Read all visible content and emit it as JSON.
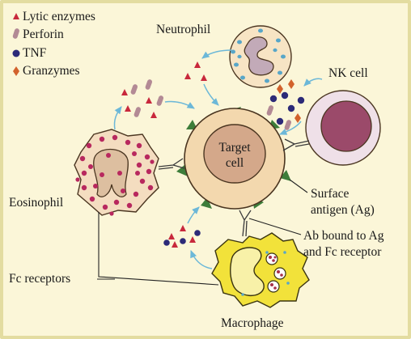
{
  "legend": {
    "lytic": "Lytic enzymes",
    "perforin": "Perforin",
    "tnf": "TNF",
    "granzymes": "Granzymes"
  },
  "labels": {
    "neutrophil": "Neutrophil",
    "nk_cell": "NK cell",
    "eosinophil": "Eosinophil",
    "macrophage": "Macrophage",
    "target_line1": "Target",
    "target_line2": "cell",
    "surface_line1": "Surface",
    "surface_line2": "antigen (Ag)",
    "ab_line1": "Ab bound to Ag",
    "ab_line2": "and Fc receptor",
    "fc_receptors": "Fc receptors"
  },
  "colors": {
    "background": "#fbf6d8",
    "border": "#e3dca0",
    "lytic": "#c8283c",
    "perforin": "#b38a95",
    "tnf": "#2c2a78",
    "granzymes": "#d2622c",
    "arrow": "#6cb8d8",
    "target_outer": "#f3d8ae",
    "target_nucleus": "#d4a88a",
    "antigen": "#3d7d3a",
    "nk_cytoplasm": "#efe0e8",
    "nk_nucleus": "#9b4a6a",
    "neutrophil_cytoplasm": "#f7e4c4",
    "neutrophil_granule": "#58a6c8",
    "eosinophil_cytoplasm": "#f4ddc0",
    "eosinophil_granule": "#b8285e",
    "macrophage_cytoplasm": "#f2e23a"
  }
}
